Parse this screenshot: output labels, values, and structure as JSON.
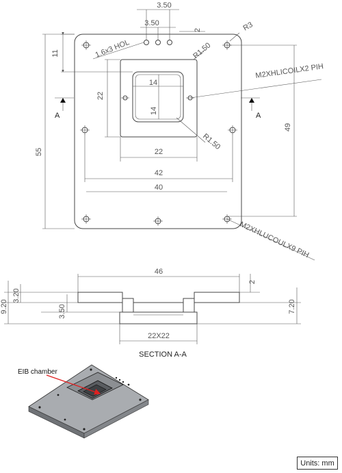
{
  "top_view": {
    "dims": {
      "top_spacing": "3.50",
      "second_spacing": "3.50",
      "corner_small": "2",
      "corner_radius": "R3",
      "hole_note": "1.6x3 HOL",
      "r_inner_top": "R1.50",
      "left_11": "11",
      "inner_14_h": "14",
      "inner_14_v": "14",
      "inner_22_v": "22",
      "inner_22_h": "22",
      "r_inner_bottom": "R1.50",
      "width_42": "42",
      "width_40": "40",
      "height_55": "55",
      "height_49": "49",
      "note_upper": "M2XHLICOILX2 PIH",
      "note_lower": "M2XHLUCOULX9 PIH",
      "section_mark_left": "A",
      "section_mark_right": "A"
    }
  },
  "section_view": {
    "dims": {
      "width_46": "46",
      "top_2": "2",
      "h_9_20": "9.20",
      "h_3_20": "3.20",
      "h_3_50": "3.50",
      "h_7_20": "7.20",
      "base_22x22": "22X22"
    },
    "title": "SECTION A-A"
  },
  "iso_view": {
    "label": "EIB chamber",
    "arrow_color": "#e02020"
  },
  "units": "Units: mm"
}
